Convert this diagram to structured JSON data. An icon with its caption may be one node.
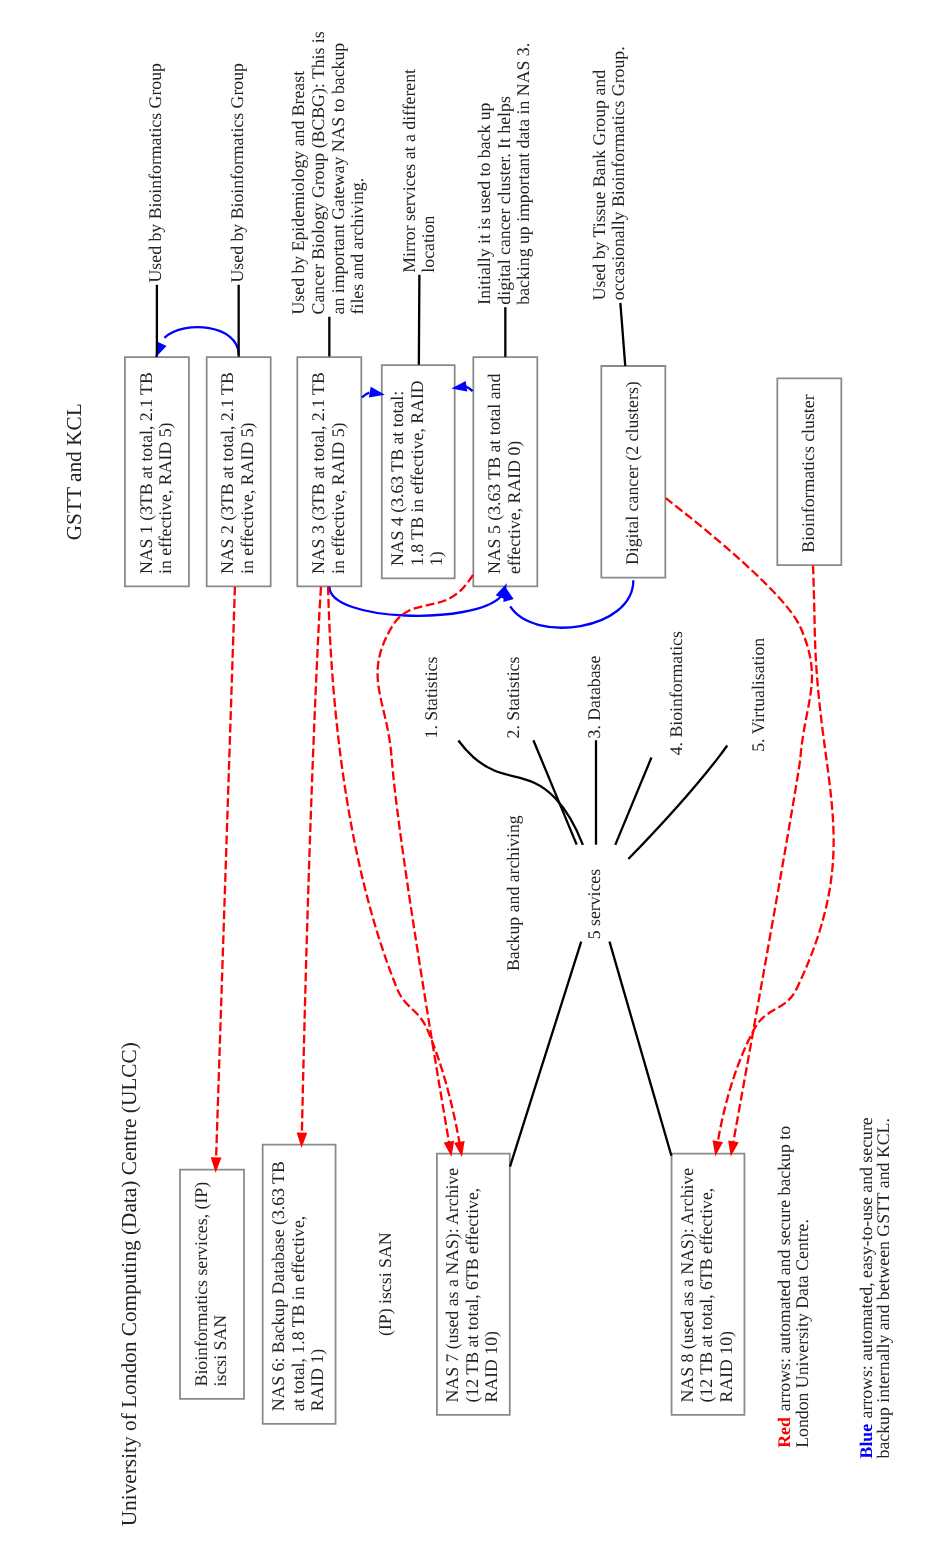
{
  "diagram": {
    "nodes": [
      {
        "text": [
          "NAS 1 (3TB at total, 2.1 TB in effective, RAID 5)"
        ]
      },
      {
        "text": [
          "NAS 2 (3TB at total, 2.1 TB in effective, RAID 5)"
        ]
      },
      {
        "text": [
          "NAS 3 (3TB at total, 2.1 TB in effective, RAID 5)"
        ]
      },
      {
        "text": [
          "NAS 4 (3.63 TB at total: 1.8 TB in effective, RAID 1)"
        ]
      },
      {
        "text": [
          "NAS 5 (3.63 TB at total and effective, RAID 0)"
        ]
      },
      {
        "text": [
          "Digital cancer (2 clusters)"
        ]
      },
      {
        "text": [
          "Bioinformatics cluster"
        ]
      },
      {
        "text": [
          "Used by Bioinformatics Group"
        ]
      },
      {
        "text": [
          "Used by Bioinformatics Group"
        ]
      },
      {
        "text": [
          "Used by Epidemiology and Breast Cancer Biology Group (BCBG): This is an important Gateway NAS to backup files and archiving."
        ]
      },
      {
        "text": [
          "Mirror services at a different location"
        ]
      },
      {
        "text": [
          "Initially it is used to back up digital cancer cluster. It helps backing up important data in NAS 3."
        ]
      },
      {
        "text": [
          "Used by Tissue Bank Group and occasionally Bioinformatics Group."
        ]
      },
      {
        "text": [
          "Bioinformatics services, (IP) iscsi SAN"
        ]
      },
      {
        "text": [
          "NAS 6: Backup Database (3.63 TB at total, 1.8 TB in effective, RAID 1)"
        ]
      },
      {
        "text": [
          "NAS 7 (used as a NAS): Archive (12 TB at total, 6TB effective, RAID 10)"
        ]
      },
      {
        "text": [
          "NAS 8 (used as a NAS): Archive (12 TB at total, 6TB effective, RAID 10)"
        ]
      },
      {
        "text": [
          "5 services"
        ]
      },
      {
        "text": [
          "1. Statistics"
        ]
      },
      {
        "text": [
          "2. Statistics"
        ]
      },
      {
        "text": [
          "3. Database"
        ]
      },
      {
        "text": [
          "4. Bioinformatics"
        ]
      },
      {
        "text": [
          "5. Virtualisation"
        ]
      }
    ],
    "edges": [
      {
        "from": 1,
        "to": 0,
        "arrow": "to",
        "color": "#0000ff"
      },
      {
        "from": 2,
        "to": 3,
        "arrow": "to",
        "style": "dashed",
        "color": "#0000ff"
      },
      {
        "from": 4,
        "to": 3,
        "arrow": "to",
        "style": "dashed",
        "color": "#0000ff"
      },
      {
        "from": 2,
        "to": 4,
        "arrow": "to",
        "color": "#0000ff"
      },
      {
        "from": 5,
        "to": 4,
        "arrow": "to",
        "color": "#0000ff"
      },
      {
        "from": 1,
        "to": 13,
        "arrow": "to",
        "style": "dashed",
        "color": "#ff0000"
      },
      {
        "from": 2,
        "to": 14,
        "arrow": "to",
        "style": "dashed",
        "color": "#ff0000"
      },
      {
        "from": 2,
        "to": 15,
        "arrow": "to",
        "style": "dashed",
        "color": "#ff0000"
      },
      {
        "from": 4,
        "to": 15,
        "arrow": "to",
        "style": "dashed",
        "color": "#ff0000"
      },
      {
        "from": 5,
        "to": 16,
        "arrow": "to",
        "style": "dashed",
        "color": "#ff0000"
      },
      {
        "from": 6,
        "to": 16,
        "arrow": "to",
        "style": "dashed",
        "color": "#ff0000"
      },
      {
        "from": 7,
        "to": 0,
        "arrow": "none"
      },
      {
        "from": 8,
        "to": 1,
        "arrow": "none"
      },
      {
        "from": 9,
        "to": 2,
        "arrow": "none"
      },
      {
        "from": 10,
        "to": 3,
        "arrow": "none"
      },
      {
        "from": 11,
        "to": 4,
        "arrow": "none"
      },
      {
        "from": 12,
        "to": 5,
        "arrow": "none"
      },
      {
        "from": 17,
        "to": 15,
        "arrow": "none"
      },
      {
        "from": 17,
        "to": 16,
        "arrow": "none"
      },
      {
        "from": 18,
        "to": 17,
        "arrow": "none"
      },
      {
        "from": 19,
        "to": 17,
        "arrow": "none"
      },
      {
        "from": 20,
        "to": 17,
        "arrow": "none"
      },
      {
        "from": 21,
        "to": 17,
        "arrow": "none"
      },
      {
        "from": 22,
        "to": 17,
        "arrow": "none"
      }
    ],
    "labels": [
      "University of London Computing (Data) Centre (ULCC)",
      "GSTT and KCL",
      "Backup and archiving",
      "(IP) iscsi SAN"
    ],
    "legend": [
      {
        "text": "Red arrows: automated and secure backup to London University Data Centre.",
        "color": "#ff0000"
      },
      {
        "text": "Blue arrows: automated, easy-to-use and secure backup internally and between GSTT and KCL.",
        "color": "#0000ff"
      }
    ]
  }
}
